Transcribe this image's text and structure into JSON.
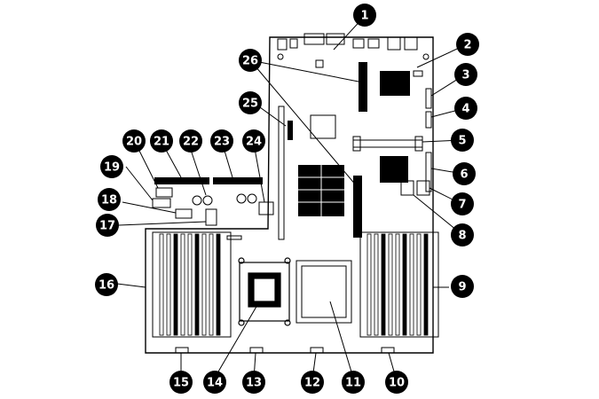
{
  "diagram": {
    "callouts": [
      {
        "id": "callout-1",
        "text": "1"
      },
      {
        "id": "callout-2",
        "text": "2"
      },
      {
        "id": "callout-3",
        "text": "3"
      },
      {
        "id": "callout-4",
        "text": "4"
      },
      {
        "id": "callout-5",
        "text": "5"
      },
      {
        "id": "callout-6",
        "text": "6"
      },
      {
        "id": "callout-7",
        "text": "7"
      },
      {
        "id": "callout-8",
        "text": "8"
      },
      {
        "id": "callout-9",
        "text": "9"
      },
      {
        "id": "callout-10",
        "text": "10"
      },
      {
        "id": "callout-11",
        "text": "11"
      },
      {
        "id": "callout-12",
        "text": "12"
      },
      {
        "id": "callout-13",
        "text": "13"
      },
      {
        "id": "callout-14",
        "text": "14"
      },
      {
        "id": "callout-15",
        "text": "15"
      },
      {
        "id": "callout-16",
        "text": "16"
      },
      {
        "id": "callout-17",
        "text": "17"
      },
      {
        "id": "callout-18",
        "text": "18"
      },
      {
        "id": "callout-19",
        "text": "19"
      },
      {
        "id": "callout-20",
        "text": "20"
      },
      {
        "id": "callout-21",
        "text": "21"
      },
      {
        "id": "callout-22",
        "text": "22"
      },
      {
        "id": "callout-23",
        "text": "23"
      },
      {
        "id": "callout-24",
        "text": "24"
      },
      {
        "id": "callout-25",
        "text": "25"
      },
      {
        "id": "callout-26",
        "text": "26"
      }
    ],
    "colors": {
      "ink": "#000000",
      "board": "#ffffff",
      "gray": "#bfbfbf"
    }
  }
}
